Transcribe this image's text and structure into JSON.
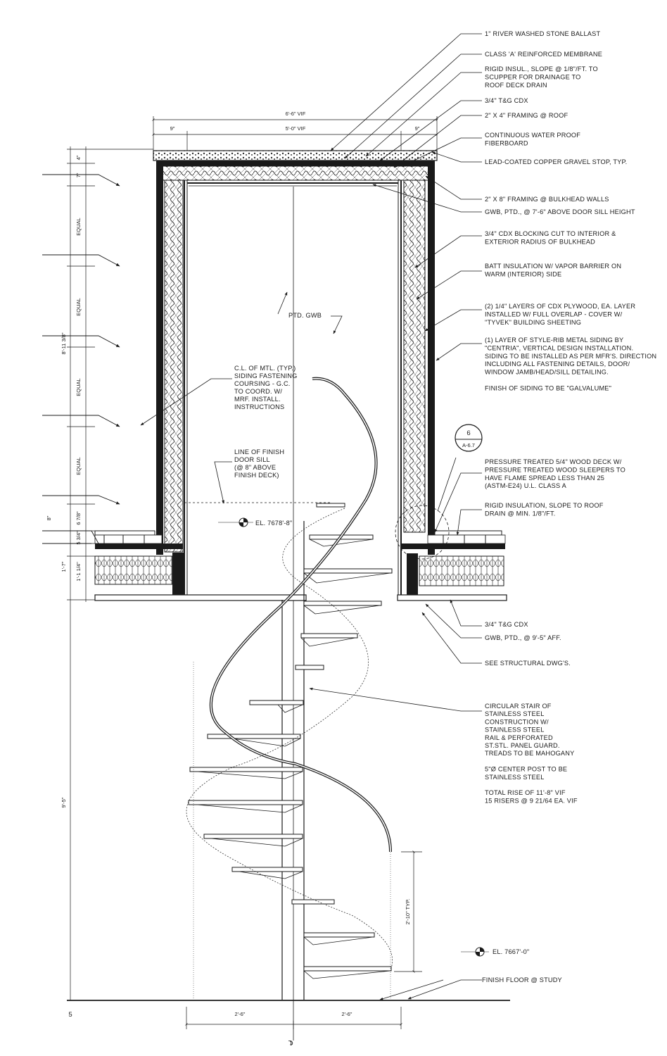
{
  "labels_right": [
    {
      "id": "stone-ballast",
      "lines": [
        "1\" RIVER WASHED STONE BALLAST"
      ]
    },
    {
      "id": "membrane",
      "lines": [
        "CLASS 'A' REINFORCED MEMBRANE"
      ]
    },
    {
      "id": "rigid-insul",
      "lines": [
        "RIGID INSUL., SLOPE  @ 1/8\"/FT. TO",
        "SCUPPER FOR DRAINAGE TO",
        "ROOF DECK DRAIN"
      ]
    },
    {
      "id": "tg-cdx-roof",
      "lines": [
        "3/4\" T&G CDX"
      ]
    },
    {
      "id": "framing-roof",
      "lines": [
        "2\" X 4\" FRAMING @ ROOF"
      ]
    },
    {
      "id": "fiberboard",
      "lines": [
        "CONTINUOUS WATER PROOF",
        "FIBERBOARD"
      ]
    },
    {
      "id": "gravel-stop",
      "lines": [
        "LEAD-COATED COPPER  GRAVEL STOP, TYP."
      ]
    },
    {
      "id": "framing-walls",
      "lines": [
        "2\" X 8\" FRAMING @ BULKHEAD WALLS"
      ]
    },
    {
      "id": "gwb-door",
      "lines": [
        "GWB, PTD., @ 7'-6\" ABOVE DOOR SILL HEIGHT"
      ]
    },
    {
      "id": "cdx-blocking",
      "lines": [
        "3/4\" CDX BLOCKING CUT TO INTERIOR &",
        "EXTERIOR RADIUS OF BULKHEAD"
      ]
    },
    {
      "id": "batt-insul",
      "lines": [
        "BATT INSULATION W/ VAPOR BARRIER ON",
        "WARM (INTERIOR) SIDE"
      ]
    },
    {
      "id": "plywood",
      "lines": [
        "(2) 1/4\" LAYERS OF CDX PLYWOOD, EA. LAYER",
        "INSTALLED W/ FULL OVERLAP - COVER W/",
        "\"TYVEK\" BUILDING SHEETING"
      ]
    },
    {
      "id": "metal-siding",
      "lines": [
        "(1) LAYER OF STYLE-RIB METAL SIDING BY",
        "\"CENTRIA\", VERTICAL DESIGN INSTALLATION.",
        "SIDING TO BE INSTALLED AS PER MFR'S. DIRECTION",
        "INCLUDING ALL FASTENING DETAILS, DOOR/",
        "WINDOW JAMB/HEAD/SILL DETAILING.",
        "",
        "FINISH OF SIDING TO BE \"GALVALUME\""
      ]
    },
    {
      "id": "wood-deck",
      "lines": [
        "PRESSURE TREATED 5/4\" WOOD DECK W/",
        "PRESSURE TREATED WOOD SLEEPERS TO",
        "HAVE FLAME SPREAD LESS THAN 25",
        "(ASTM-E24) U.L. CLASS A"
      ]
    },
    {
      "id": "rigid-insul-deck",
      "lines": [
        "RIGID INSULATION, SLOPE TO ROOF",
        "DRAIN @ MIN. 1/8\"/FT."
      ]
    },
    {
      "id": "tg-cdx-floor",
      "lines": [
        "3/4\" T&G CDX"
      ]
    },
    {
      "id": "gwb-aff",
      "lines": [
        "GWB, PTD., @ 9'-5\" AFF."
      ]
    },
    {
      "id": "structural",
      "lines": [
        "SEE STRUCTURAL DWG'S."
      ]
    },
    {
      "id": "stair",
      "lines": [
        "CIRCULAR STAIR OF",
        "STAINLESS STEEL",
        "CONSTRUCTION W/",
        "STAINLESS STEEL",
        "RAIL & PERFORATED",
        "ST.STL. PANEL GUARD.",
        "TREADS TO BE MAHOGANY",
        "",
        "5\"Ø CENTER POST TO BE",
        "STAINLESS STEEL",
        "",
        "TOTAL RISE OF 11'-8\" VIF",
        "15 RISERS @ 9 21/64 EA. VIF"
      ]
    },
    {
      "id": "el-lower",
      "lines": [
        "EL. 7667'-0\""
      ]
    },
    {
      "id": "finish-floor",
      "lines": [
        "FINISH FLOOR @ STUDY"
      ]
    }
  ],
  "labels_interior": {
    "ptd_gwb": "PTD. GWB",
    "siding_cl": [
      "C.L. OF MTL. (TYP.)",
      "SIDING FASTENING",
      "COURSING - G.C.",
      "TO COORD. W/",
      "MRF. INSTALL.",
      "INSTRUCTIONS"
    ],
    "door_sill": [
      "LINE OF FINISH",
      "DOOR SILL",
      "(@ 8\" ABOVE",
      "FINISH DECK)"
    ],
    "el_upper": "EL. 7678'-8\""
  },
  "detail_bubble": {
    "number": "6",
    "sheet": "A-6.7"
  },
  "dimensions": {
    "top_overall": "6'-6\" VIF",
    "top_inner": "5'-0\" VIF",
    "top_left": "9\"",
    "top_right": "9\"",
    "left_4": "4\"",
    "left_7": "7\"",
    "equal": "EQUAL",
    "overall_height": "8'-11 3/8\"",
    "left_8": "8\"",
    "left_6_7_8": "6 7/8\"",
    "left_5_3_4": "5 3/4\"",
    "left_1_7": "1'-7\"",
    "left_1_1_1_4": "1'-1 1/4\"",
    "left_9_5": "9'-5\"",
    "rail_height": "2'-10\" TYP.",
    "bottom_left": "2'-6\"",
    "bottom_right": "2'-6\"",
    "sheet_number": "5",
    "centerline": "℄"
  }
}
